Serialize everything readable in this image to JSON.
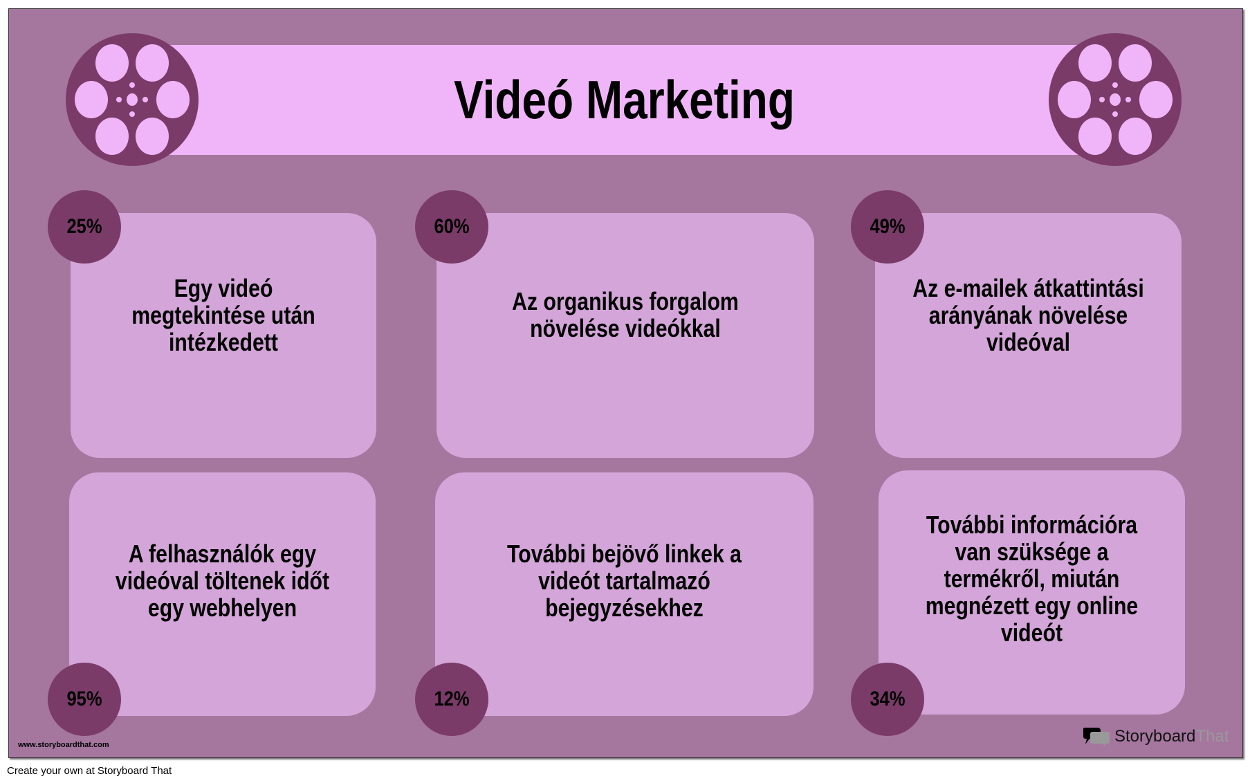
{
  "title": "Videó Marketing",
  "cards": [
    {
      "percent": "25%",
      "text": "Egy videó megtekintése után intézkedett"
    },
    {
      "percent": "60%",
      "text": "Az organikus forgalom növelése videókkal"
    },
    {
      "percent": "49%",
      "text": "Az e-mailek átkattintási arányának növelése videóval"
    },
    {
      "percent": "95%",
      "text": "A felhasználók egy videóval töltenek időt egy webhelyen"
    },
    {
      "percent": "12%",
      "text": "További bejövő linkek a videót tartalmazó bejegyzésekhez"
    },
    {
      "percent": "34%",
      "text": "További információra van szüksége a termékről, miután megnézett egy online videót"
    }
  ],
  "footer": {
    "url": "www.storyboardthat.com",
    "logo_part1": "Storyboard",
    "logo_part2": "That",
    "caption": "Create your own at Storyboard That"
  },
  "colors": {
    "background": "#a5779f",
    "banner": "#f0b5f8",
    "dark": "#7b3b69",
    "card": "#d3a5d8"
  }
}
